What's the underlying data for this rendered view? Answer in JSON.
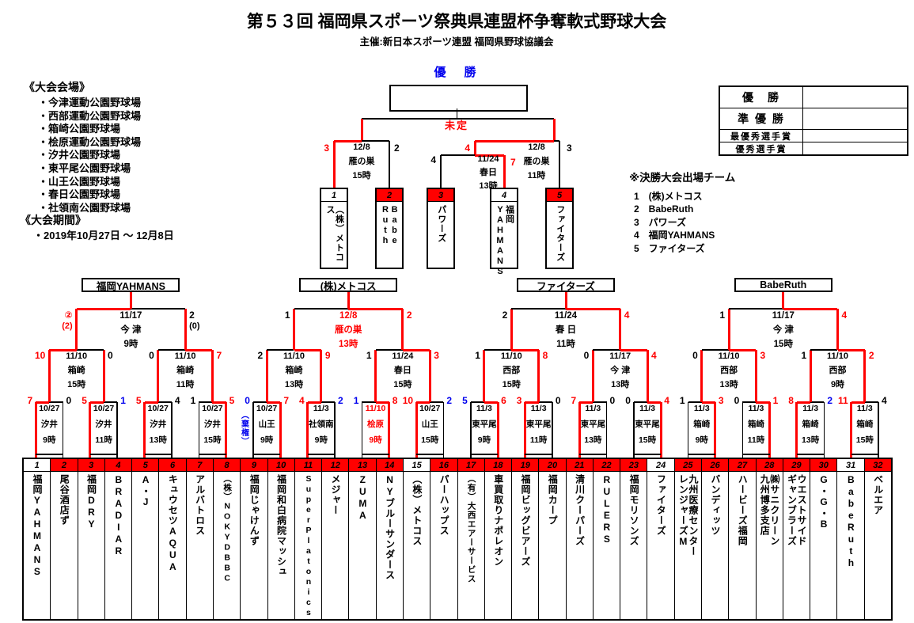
{
  "title": "第５３回 福岡県スポーツ祭典県連盟杯争奪軟式野球大会",
  "subtitle": "主催:新日本スポーツ連盟 福岡県野球協議会",
  "champion_label": "優　勝",
  "final_status": "未定",
  "colors": {
    "accent_red": "#ff0000",
    "score_blue": "#0000ee",
    "line_black": "#000000"
  },
  "venues": {
    "heading": "《大会会場》",
    "items": [
      "・今津運動公園野球場",
      "・西部運動公園野球場",
      "・箱崎公園野球場",
      "・桧原運動公園野球場",
      "・汐井公園野球場",
      "・東平尾公園野球場",
      "・山王公園野球場",
      "・春日公園野球場",
      "・社領南公園野球場"
    ]
  },
  "period": {
    "heading": "《大会期間》",
    "item": "・2019年10月27日 ～ 12月8日"
  },
  "prize_table": {
    "rows": [
      {
        "label": "優　勝",
        "value": "",
        "big": true
      },
      {
        "label": "準 優 勝",
        "value": "",
        "big": true
      },
      {
        "label": "最優秀選手賞",
        "value": "",
        "big": false
      },
      {
        "label": "優秀選手賞",
        "value": "",
        "big": false
      }
    ]
  },
  "qualified": {
    "heading": "※決勝大会出場チーム",
    "items": [
      {
        "no": "1",
        "name": "(株)メトコス"
      },
      {
        "no": "2",
        "name": "BabeRuth"
      },
      {
        "no": "3",
        "name": "パワーズ"
      },
      {
        "no": "4",
        "name": "福岡YAHMANS"
      },
      {
        "no": "5",
        "name": "ファイターズ"
      }
    ]
  },
  "finals": {
    "teams": [
      {
        "no": "1",
        "name": "（株）メトコス",
        "header": "white"
      },
      {
        "no": "2",
        "name": "Babe\nRuth",
        "header": "red"
      },
      {
        "no": "3",
        "name": "パワーズ",
        "header": "red"
      },
      {
        "no": "4",
        "name": "福岡\nYAHMANS",
        "header": "white"
      },
      {
        "no": "5",
        "name": "ファイターズ",
        "header": "red"
      }
    ],
    "semi_left": {
      "date": "12/8",
      "venue": "雁の巣",
      "time": "15時",
      "scores": [
        "3",
        "2"
      ],
      "score_colors": [
        "red",
        "black"
      ]
    },
    "semi_right": {
      "date": "12/8",
      "venue": "雁の巣",
      "time": "11時",
      "scores": [
        "4",
        "3"
      ],
      "score_colors": [
        "red",
        "black"
      ]
    },
    "playin": {
      "date": "11/24",
      "venue": "春日",
      "time": "13時",
      "scores": [
        "4",
        "7"
      ],
      "score_colors": [
        "black",
        "red"
      ]
    }
  },
  "regions": [
    {
      "name": "福岡YAHMANS",
      "final": {
        "date": "11/17",
        "venue": "今 津",
        "time": "9時",
        "scores": [
          "②",
          "2"
        ],
        "subs": [
          "(2)",
          "(0)"
        ],
        "score_colors": [
          "red",
          "black"
        ],
        "winner": "left",
        "info_color": "black"
      },
      "semis": [
        {
          "date": "11/10",
          "venue": "箱崎",
          "time": "15時",
          "scores": [
            "10",
            "0"
          ],
          "score_colors": [
            "red",
            "black"
          ],
          "winner": "left"
        },
        {
          "date": "11/10",
          "venue": "箱崎",
          "time": "11時",
          "scores": [
            "0",
            "7"
          ],
          "score_colors": [
            "black",
            "red"
          ],
          "winner": "right"
        }
      ],
      "games": [
        {
          "date": "10/27",
          "venue": "汐井",
          "time": "9時",
          "scores": [
            "7",
            "0"
          ],
          "score_colors": [
            "red",
            "black"
          ],
          "winner": "left",
          "info_color": "black"
        },
        {
          "date": "10/27",
          "venue": "汐井",
          "time": "11時",
          "scores": [
            "5",
            "1"
          ],
          "score_colors": [
            "red",
            "blue"
          ],
          "winner": "left",
          "info_color": "black"
        },
        {
          "date": "10/27",
          "venue": "汐井",
          "time": "13時",
          "scores": [
            "5",
            "4"
          ],
          "score_colors": [
            "red",
            "black"
          ],
          "winner": "left",
          "info_color": "black"
        },
        {
          "date": "10/27",
          "venue": "汐井",
          "time": "15時",
          "scores": [
            "1",
            "5"
          ],
          "score_colors": [
            "black",
            "red"
          ],
          "winner": "right",
          "info_color": "black"
        }
      ]
    },
    {
      "name": "(株)メトコス",
      "final": {
        "date": "12/8",
        "venue": "雁の巣",
        "time": "13時",
        "scores": [
          "1",
          "2"
        ],
        "subs": [
          "",
          ""
        ],
        "score_colors": [
          "black",
          "red"
        ],
        "winner": "right",
        "info_color": "red"
      },
      "semis": [
        {
          "date": "11/10",
          "venue": "箱崎",
          "time": "13時",
          "scores": [
            "2",
            "9"
          ],
          "score_colors": [
            "black",
            "red"
          ],
          "winner": "right"
        },
        {
          "date": "11/24",
          "venue": "春日",
          "time": "15時",
          "scores": [
            "1",
            "3"
          ],
          "score_colors": [
            "black",
            "red"
          ],
          "winner": "right"
        }
      ],
      "games": [
        {
          "date": "10/27",
          "venue": "山王",
          "time": "9時",
          "scores": [
            "0",
            "7"
          ],
          "score_colors": [
            "blue",
            "red"
          ],
          "winner": "right",
          "info_color": "black",
          "note": "（棄権）"
        },
        {
          "date": "11/3",
          "venue": "社領南",
          "time": "9時",
          "scores": [
            "4",
            "2"
          ],
          "score_colors": [
            "red",
            "blue"
          ],
          "winner": "left",
          "info_color": "black"
        },
        {
          "date": "11/10",
          "venue": "桧原",
          "time": "9時",
          "scores": [
            "1",
            "8"
          ],
          "score_colors": [
            "blue",
            "red"
          ],
          "winner": "right",
          "info_color": "red"
        },
        {
          "date": "10/27",
          "venue": "山王",
          "time": "15時",
          "scores": [
            "10",
            "2"
          ],
          "score_colors": [
            "red",
            "blue"
          ],
          "winner": "left",
          "info_color": "black"
        }
      ]
    },
    {
      "name": "ファイターズ",
      "final": {
        "date": "11/24",
        "venue": "春 日",
        "time": "11時",
        "scores": [
          "2",
          "4"
        ],
        "subs": [
          "",
          ""
        ],
        "score_colors": [
          "black",
          "red"
        ],
        "winner": "right",
        "info_color": "black"
      },
      "semis": [
        {
          "date": "11/10",
          "venue": "西部",
          "time": "15時",
          "scores": [
            "1",
            "8"
          ],
          "score_colors": [
            "black",
            "red"
          ],
          "winner": "right"
        },
        {
          "date": "11/17",
          "venue": "今 津",
          "time": "13時",
          "scores": [
            "0",
            "4"
          ],
          "score_colors": [
            "black",
            "red"
          ],
          "winner": "right"
        }
      ],
      "games": [
        {
          "date": "11/3",
          "venue": "東平尾",
          "time": "9時",
          "scores": [
            "5",
            "6"
          ],
          "score_colors": [
            "blue",
            "red"
          ],
          "winner": "right",
          "info_color": "black"
        },
        {
          "date": "11/3",
          "venue": "東平尾",
          "time": "11時",
          "scores": [
            "3",
            "0"
          ],
          "score_colors": [
            "red",
            "black"
          ],
          "winner": "left",
          "info_color": "black"
        },
        {
          "date": "11/3",
          "venue": "東平尾",
          "time": "13時",
          "scores": [
            "7",
            "0"
          ],
          "score_colors": [
            "red",
            "black"
          ],
          "winner": "left",
          "info_color": "black"
        },
        {
          "date": "11/3",
          "venue": "東平尾",
          "time": "15時",
          "scores": [
            "0",
            "4"
          ],
          "score_colors": [
            "black",
            "red"
          ],
          "winner": "right",
          "info_color": "black"
        }
      ]
    },
    {
      "name": "BabeRuth",
      "final": {
        "date": "11/17",
        "venue": "今 津",
        "time": "15時",
        "scores": [
          "1",
          "4"
        ],
        "subs": [
          "",
          ""
        ],
        "score_colors": [
          "black",
          "red"
        ],
        "winner": "right",
        "info_color": "black"
      },
      "semis": [
        {
          "date": "11/10",
          "venue": "西部",
          "time": "13時",
          "scores": [
            "0",
            "3"
          ],
          "score_colors": [
            "black",
            "red"
          ],
          "winner": "right"
        },
        {
          "date": "11/10",
          "venue": "西部",
          "time": "9時",
          "scores": [
            "1",
            "2"
          ],
          "score_colors": [
            "black",
            "red"
          ],
          "winner": "right"
        }
      ],
      "games": [
        {
          "date": "11/3",
          "venue": "箱崎",
          "time": "9時",
          "scores": [
            "1",
            "3"
          ],
          "score_colors": [
            "black",
            "red"
          ],
          "winner": "right",
          "info_color": "black"
        },
        {
          "date": "11/3",
          "venue": "箱崎",
          "time": "11時",
          "scores": [
            "0",
            "1"
          ],
          "score_colors": [
            "black",
            "red"
          ],
          "winner": "right",
          "info_color": "black"
        },
        {
          "date": "11/3",
          "venue": "箱崎",
          "time": "13時",
          "scores": [
            "8",
            "2"
          ],
          "score_colors": [
            "red",
            "blue"
          ],
          "winner": "left",
          "info_color": "black"
        },
        {
          "date": "11/3",
          "venue": "箱崎",
          "time": "15時",
          "scores": [
            "11",
            "4"
          ],
          "score_colors": [
            "red",
            "black"
          ],
          "winner": "left",
          "info_color": "black"
        }
      ]
    }
  ],
  "teams": [
    {
      "no": "1",
      "name": "福岡YAHMANS",
      "champ": true
    },
    {
      "no": "2",
      "name": "尾谷酒店ず",
      "champ": false
    },
    {
      "no": "3",
      "name": "福岡DRY",
      "champ": false
    },
    {
      "no": "4",
      "name": "BRADIAR",
      "champ": false
    },
    {
      "no": "5",
      "name": "A・J",
      "champ": false
    },
    {
      "no": "6",
      "name": "キュウセツAQUA",
      "champ": false
    },
    {
      "no": "7",
      "name": "アルバトロス",
      "champ": false
    },
    {
      "no": "8",
      "name": "（株）NOKYDBBC",
      "champ": false
    },
    {
      "no": "9",
      "name": "福岡じゃけんず",
      "champ": false
    },
    {
      "no": "10",
      "name": "福岡和白病院マッシュ",
      "champ": false
    },
    {
      "no": "11",
      "name": "SuperPlatonics",
      "champ": false
    },
    {
      "no": "12",
      "name": "メジャー",
      "champ": false
    },
    {
      "no": "13",
      "name": "ZUMA",
      "champ": false
    },
    {
      "no": "14",
      "name": "NYブルーサンダース",
      "champ": false
    },
    {
      "no": "15",
      "name": "（株）メトコス",
      "champ": true
    },
    {
      "no": "16",
      "name": "パーハップス",
      "champ": false
    },
    {
      "no": "17",
      "name": "（有）大西エアーサービス",
      "champ": false
    },
    {
      "no": "18",
      "name": "車買取りナポレオン",
      "champ": false
    },
    {
      "no": "19",
      "name": "福岡ビッグビアーズ",
      "champ": false
    },
    {
      "no": "20",
      "name": "福岡カープ",
      "champ": false
    },
    {
      "no": "21",
      "name": "清川クーパーズ",
      "champ": false
    },
    {
      "no": "22",
      "name": "RULERS",
      "champ": false
    },
    {
      "no": "23",
      "name": "福岡モリソンズ",
      "champ": false
    },
    {
      "no": "24",
      "name": "ファイターズ",
      "champ": true
    },
    {
      "no": "25",
      "name": "九州医療センター\nレンジャーズM",
      "champ": false
    },
    {
      "no": "26",
      "name": "バンディッツ",
      "champ": false
    },
    {
      "no": "27",
      "name": "ハービーズ福岡",
      "champ": false
    },
    {
      "no": "28",
      "name": "㈱サニクリーン\n九州博多支店",
      "champ": false
    },
    {
      "no": "29",
      "name": "ウエストサイド\nギャンブラーズ",
      "champ": false
    },
    {
      "no": "30",
      "name": "G・G・B",
      "champ": false
    },
    {
      "no": "31",
      "name": "BabeRuth",
      "champ": true
    },
    {
      "no": "32",
      "name": "ベルエア",
      "champ": false
    }
  ]
}
